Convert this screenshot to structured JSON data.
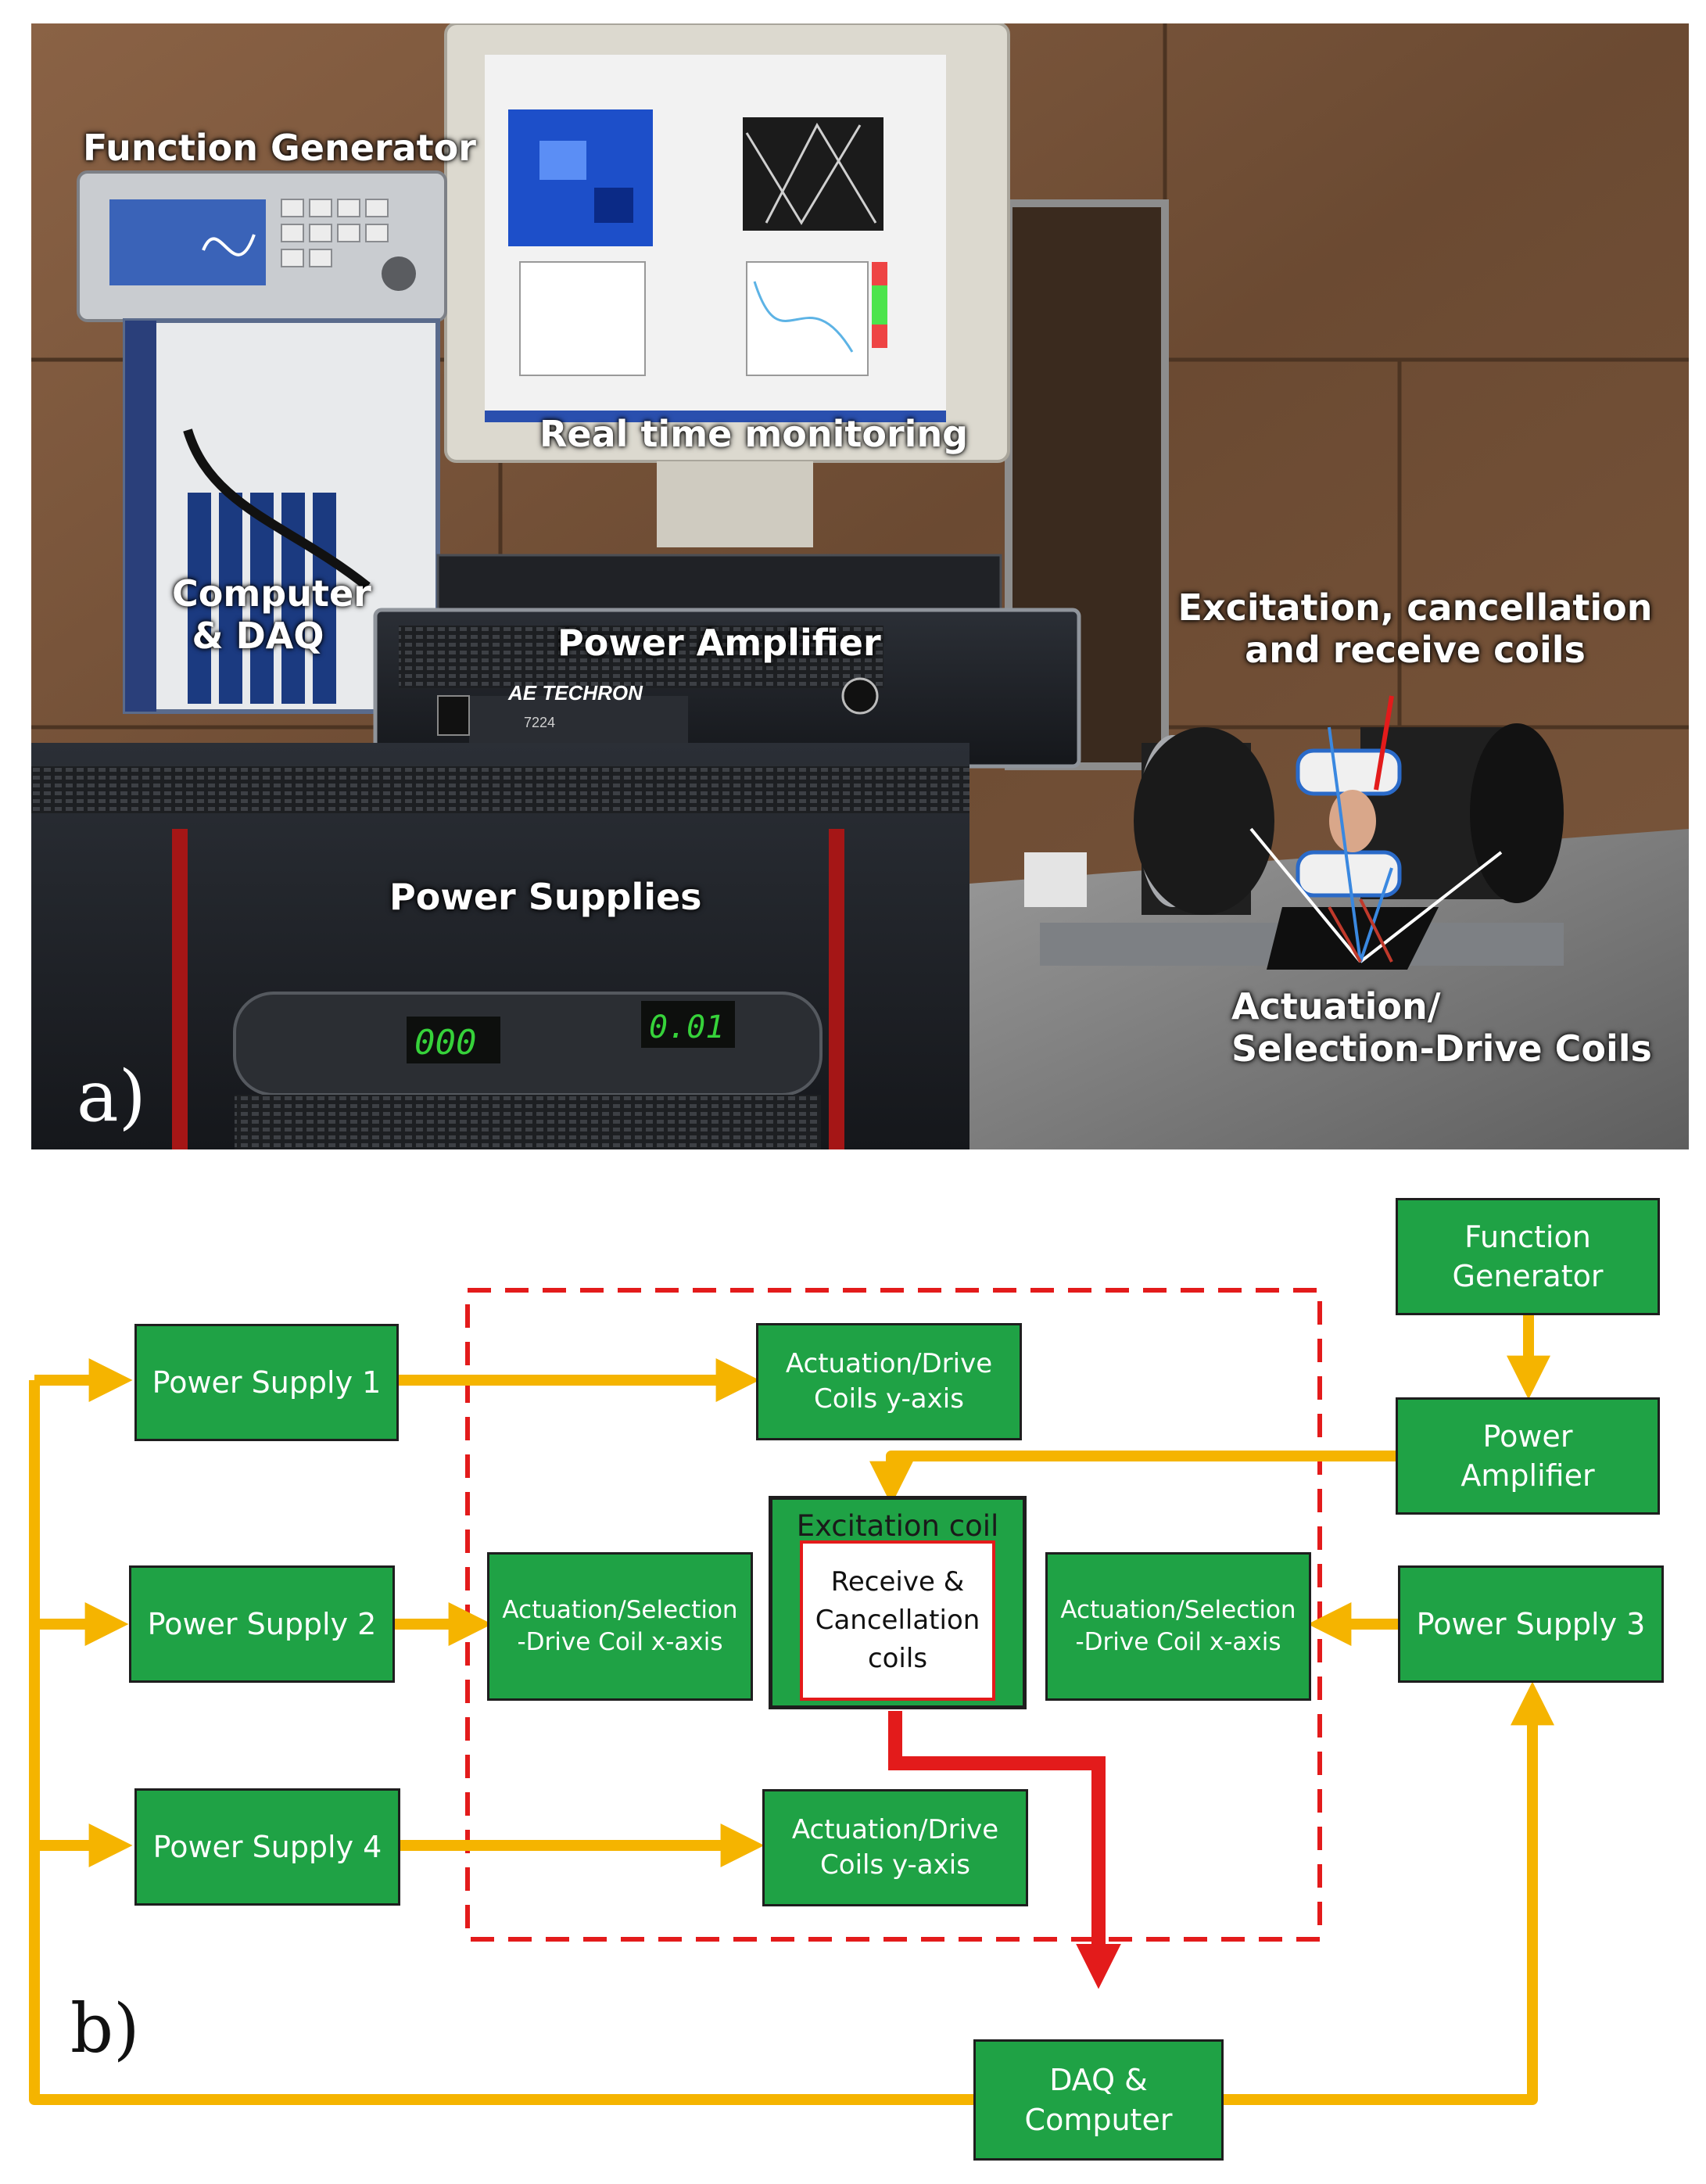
{
  "panel_a": {
    "label": "a)",
    "annotations": {
      "function_generator": "Function Generator",
      "real_time_monitoring": "Real time monitoring",
      "computer_daq_line1": "Computer",
      "computer_daq_line2": "& DAQ",
      "power_amplifier": "Power Amplifier",
      "power_supplies": "Power Supplies",
      "coils_line1": "Excitation, cancellation",
      "coils_line2": "and receive coils",
      "actuation_line1": "Actuation/",
      "actuation_line2": "Selection-Drive Coils"
    },
    "device_text": {
      "amp_brand": "AE TECHRON",
      "amp_model": "7224",
      "psu_display_left": "000",
      "psu_display_right": "0.01"
    }
  },
  "panel_b": {
    "label": "b)",
    "blocks": {
      "function_generator": [
        "Function",
        "Generator"
      ],
      "power_amplifier": [
        "Power",
        "Amplifier"
      ],
      "power_supply_1": "Power Supply 1",
      "power_supply_2": "Power Supply 2",
      "power_supply_3": "Power Supply 3",
      "power_supply_4": "Power Supply 4",
      "coils_y_top": [
        "Actuation/Drive",
        "Coils y-axis"
      ],
      "coils_y_bottom": [
        "Actuation/Drive",
        "Coils y-axis"
      ],
      "coils_x_left": [
        "Actuation/Selection",
        "-Drive Coil x-axis"
      ],
      "coils_x_right": [
        "Actuation/Selection",
        "-Drive Coil x-axis"
      ],
      "excitation_coil": "Excitation coil",
      "receive_cancellation": [
        "Receive &",
        "Cancellation",
        "coils"
      ],
      "daq_computer": [
        "DAQ &",
        "Computer"
      ]
    },
    "colors": {
      "block_fill": "#1fa245",
      "power_arrow": "#f5b400",
      "signal_arrow": "#e31b1b",
      "dashed_boundary": "#e31b1b"
    }
  }
}
